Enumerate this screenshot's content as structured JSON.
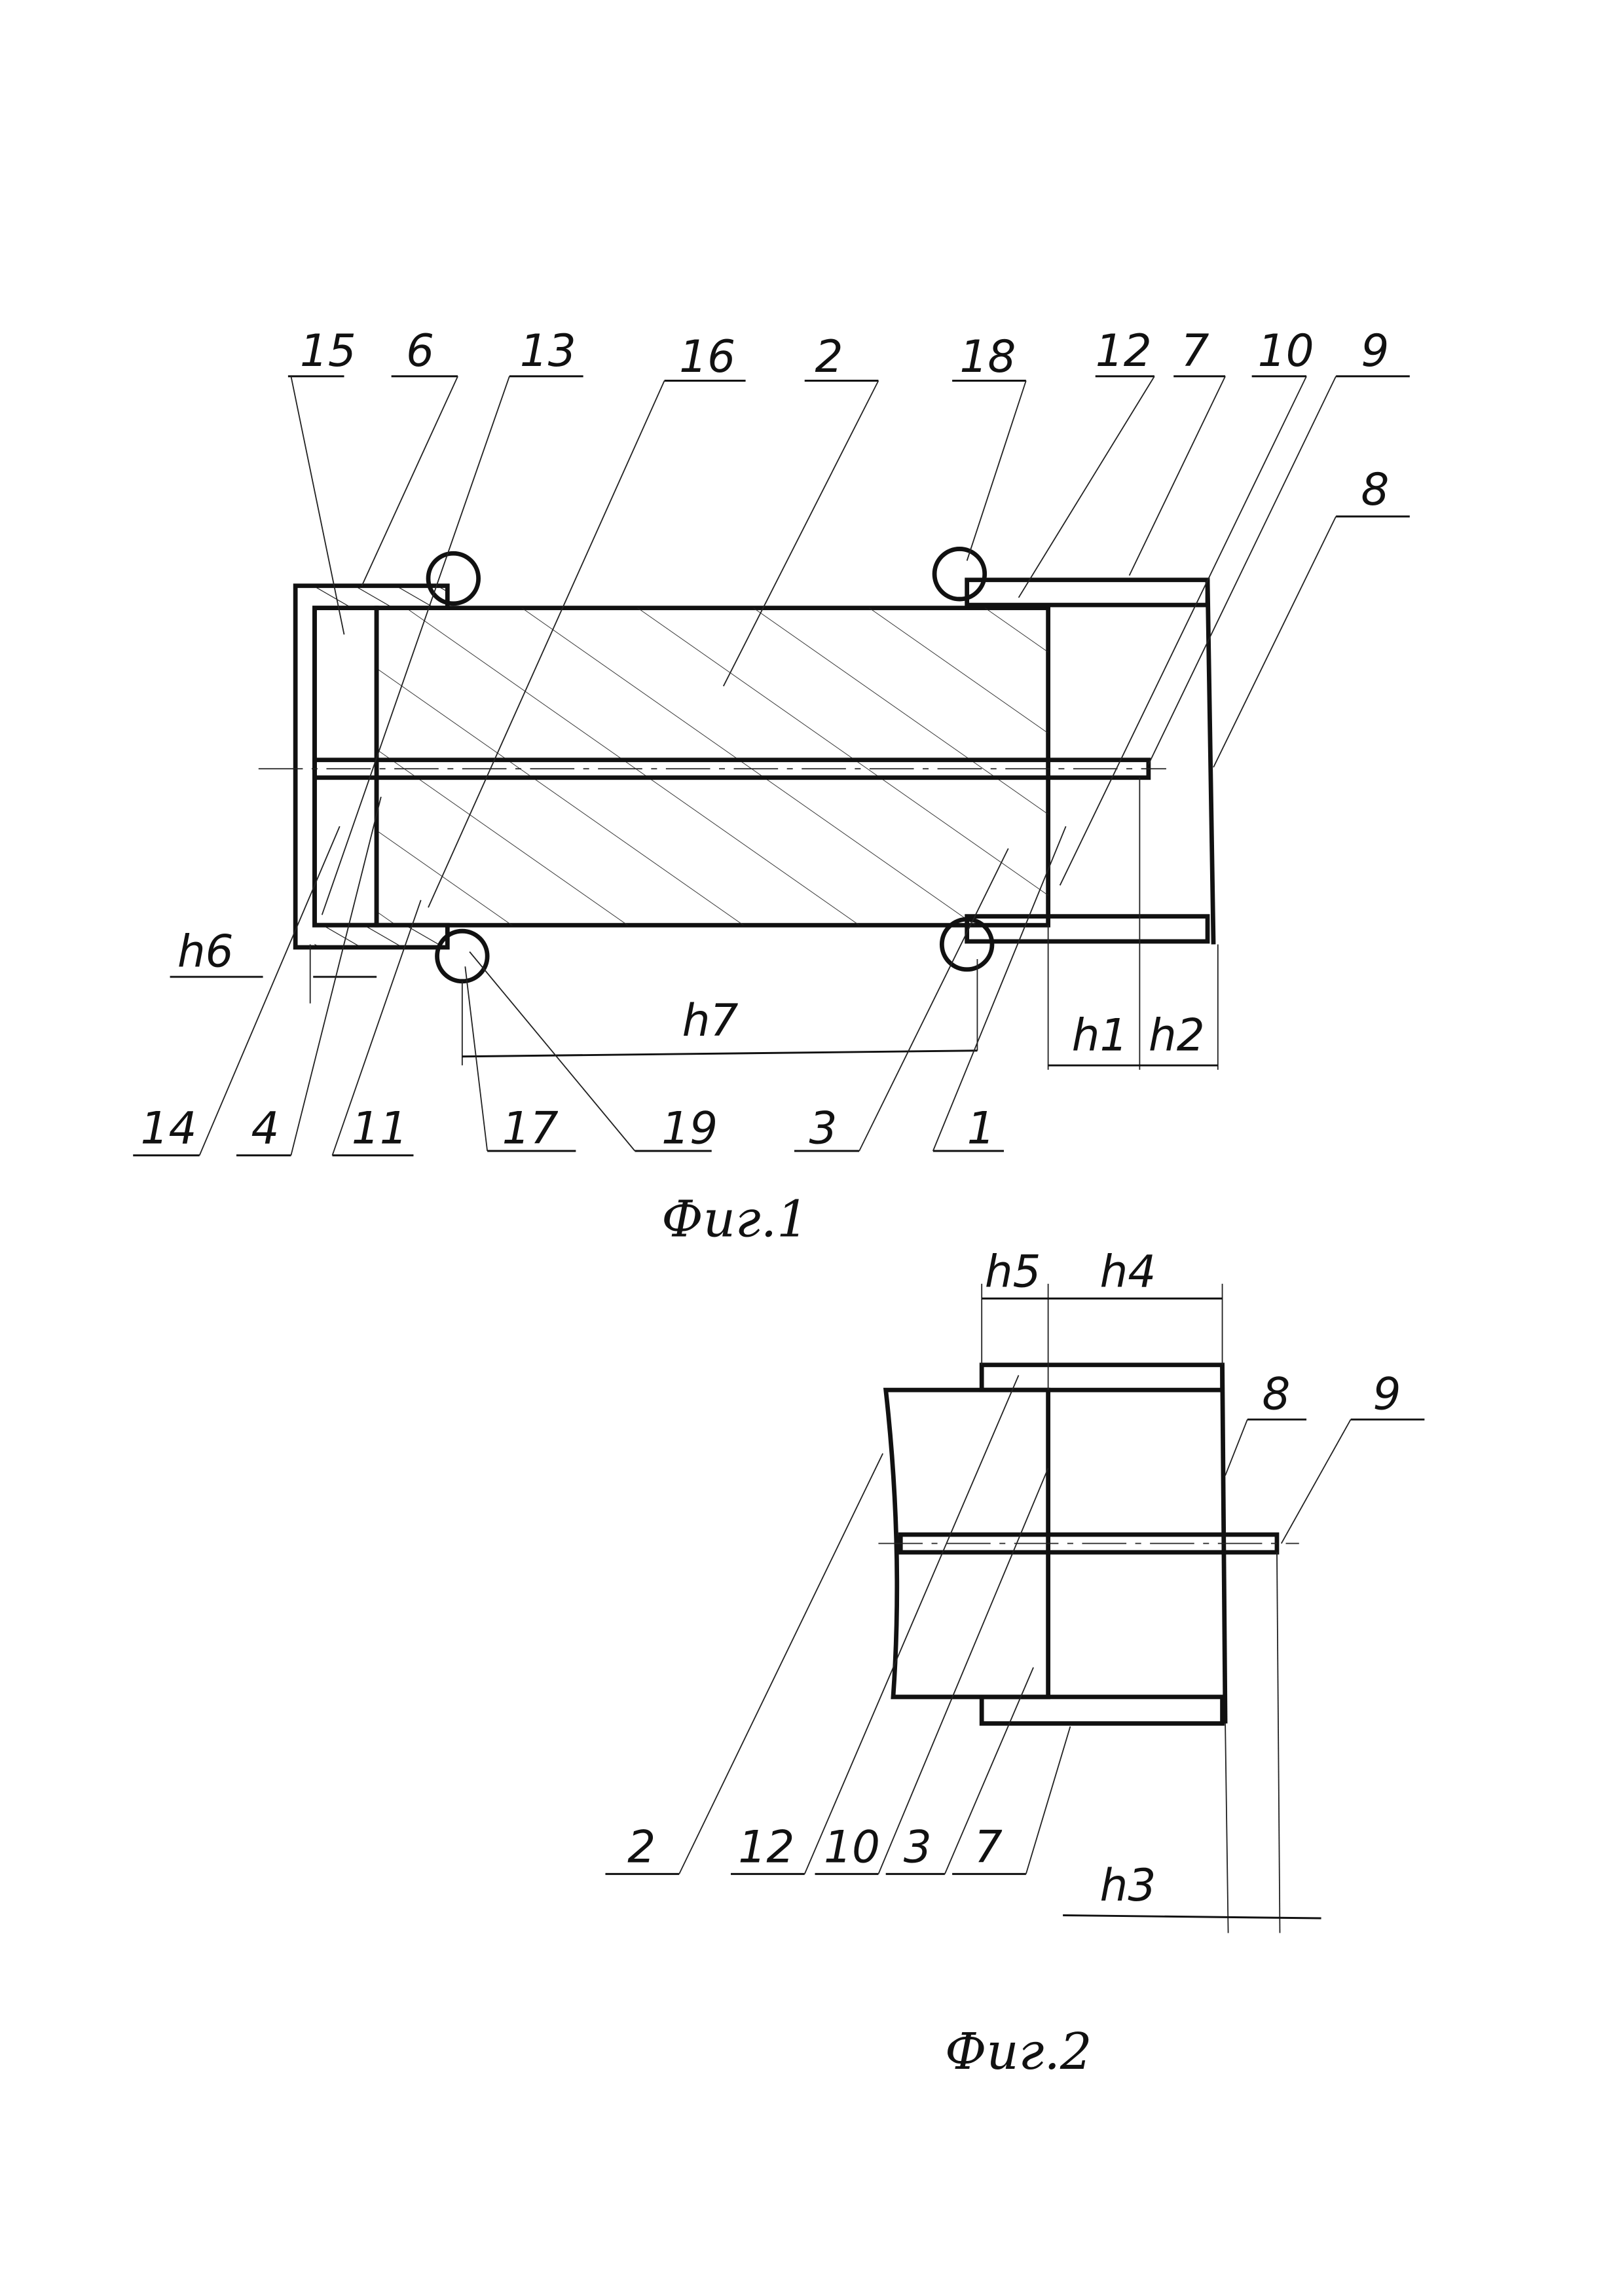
{
  "figure1": {
    "caption": "Фиг.1",
    "labels_top": [
      "15",
      "6",
      "13",
      "16",
      "2",
      "18",
      "12",
      "7",
      "10",
      "9",
      "8"
    ],
    "labels_bottom": [
      "14",
      "4",
      "11",
      "17",
      "19",
      "3",
      "1"
    ],
    "dimensions": {
      "h6": "h6",
      "h7": "h7",
      "h1": "h1",
      "h2": "h2"
    }
  },
  "figure2": {
    "caption": "Фиг.2",
    "labels_right": [
      "8",
      "9"
    ],
    "labels_bottom": [
      "2",
      "12",
      "10",
      "3",
      "7"
    ],
    "dimensions": {
      "h5": "h5",
      "h4": "h4",
      "h3": "h3"
    }
  }
}
